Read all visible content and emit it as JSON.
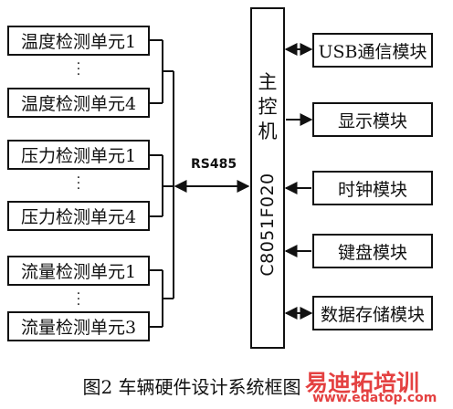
{
  "sensors": {
    "temp_first": "温度检测单元1",
    "temp_last": "温度检测单元4",
    "press_first": "压力检测单元1",
    "press_last": "压力检测单元4",
    "flow_first": "流量检测单元1",
    "flow_last": "流量检测单元3"
  },
  "bus_label": "RS485",
  "controller": {
    "chars": [
      "主",
      "控",
      "机"
    ],
    "model": "C8051F020"
  },
  "modules": {
    "usb": "USB通信模块",
    "display": "显示模块",
    "clock": "时钟模块",
    "keyboard": "键盘模块",
    "storage": "数据存储模块"
  },
  "caption": "图2  车辆硬件设计系统框图",
  "watermarks": {
    "site": "易迪拓培训",
    "url": "www.edatop.com"
  }
}
